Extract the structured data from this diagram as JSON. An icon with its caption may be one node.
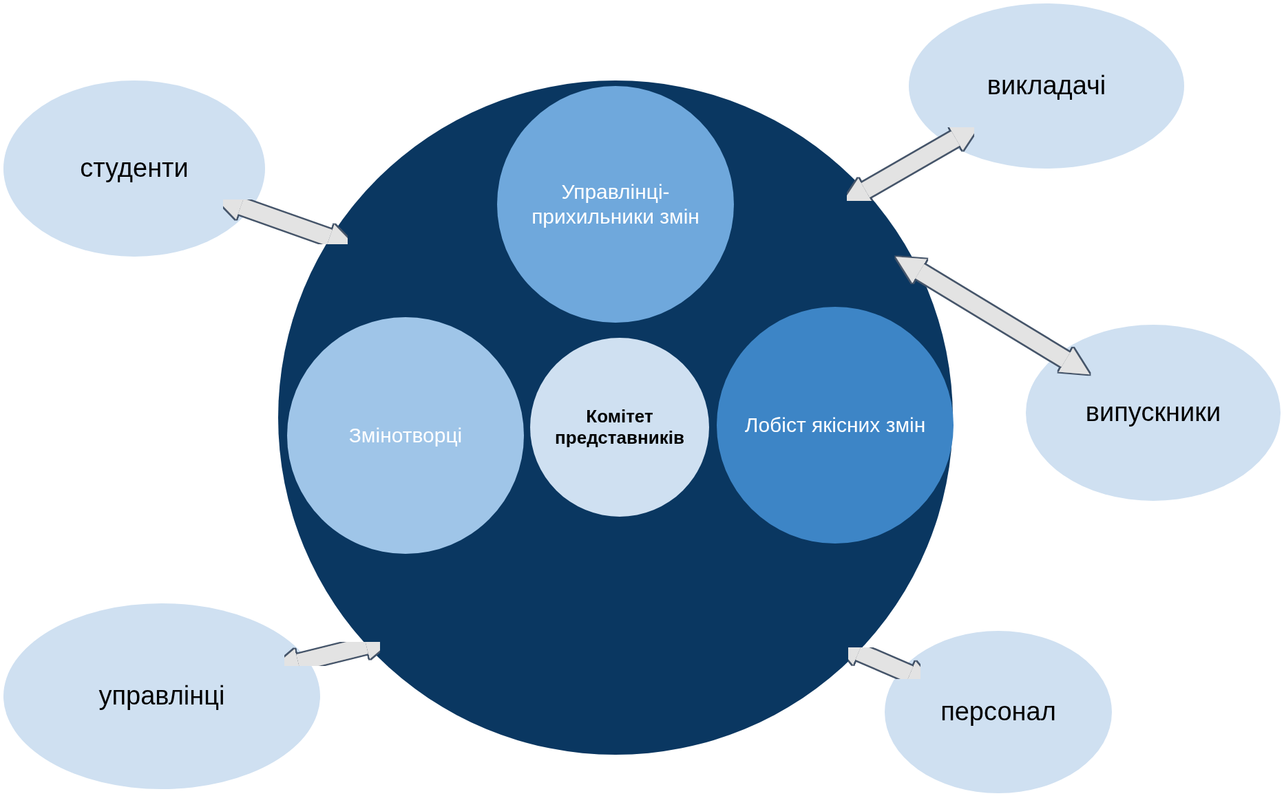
{
  "diagram": {
    "nodes": [
      {
        "text": [],
        "shape": "circle"
      },
      {
        "text": [
          "Управлінці-прихильники змін"
        ],
        "in": 0
      },
      {
        "text": [
          "Змінотворці"
        ],
        "in": 0
      },
      {
        "text": [
          "Комітет представників"
        ],
        "in": 0
      },
      {
        "text": [
          "Лобіст якісних змін"
        ],
        "in": 0
      },
      {
        "text": [
          "студенти"
        ]
      },
      {
        "text": [
          "викладачі"
        ]
      },
      {
        "text": [
          "випускники"
        ]
      },
      {
        "text": [
          "управлінці"
        ]
      },
      {
        "text": [
          "персонал"
        ]
      }
    ],
    "edges": [
      {
        "from": 5,
        "to": 0,
        "arrow": "both"
      },
      {
        "from": 6,
        "to": 0,
        "arrow": "both"
      },
      {
        "from": 7,
        "to": 0,
        "arrow": "both"
      },
      {
        "from": 8,
        "to": 0,
        "arrow": "both"
      },
      {
        "from": 9,
        "to": 0,
        "arrow": "both"
      }
    ]
  }
}
